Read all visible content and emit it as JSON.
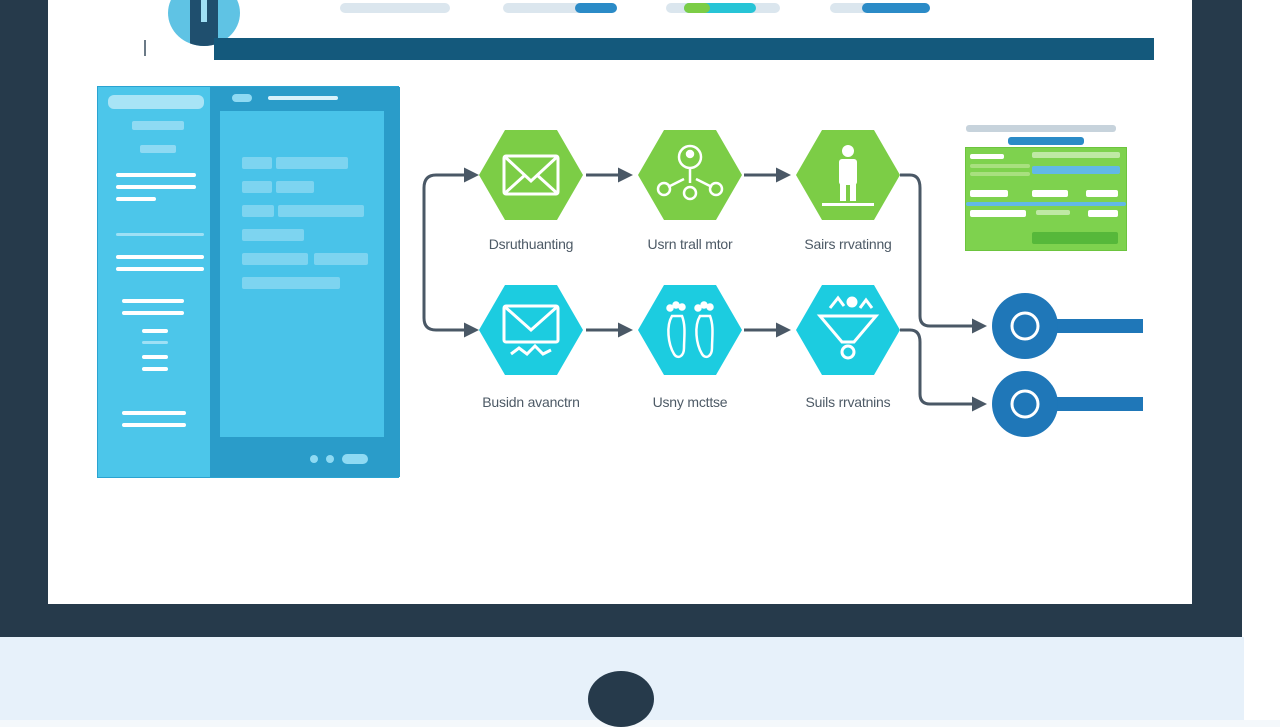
{
  "colors": {
    "frame": "#263a4b",
    "header_bar": "#14597c",
    "green_hex": "#7ccd46",
    "cyan_hex": "#1ccce0",
    "node_blue": "#1f77b8",
    "arrow": "#4a5866"
  },
  "diagram": {
    "top_row": [
      {
        "label": "Dsruthuanting",
        "icon": "envelope-icon"
      },
      {
        "label": "Usrn trall mtor",
        "icon": "user-network-icon"
      },
      {
        "label": "Sairs rrvatinng",
        "icon": "person-icon"
      }
    ],
    "bottom_row": [
      {
        "label": "Busidn avanctrn",
        "icon": "envelope-icon"
      },
      {
        "label": "Usny mcttse",
        "icon": "footprints-icon"
      },
      {
        "label": "Suils rrvatnins",
        "icon": "funnel-icon"
      }
    ],
    "outputs": [
      {
        "icon": "target-node-icon"
      },
      {
        "icon": "target-node-icon"
      }
    ]
  }
}
